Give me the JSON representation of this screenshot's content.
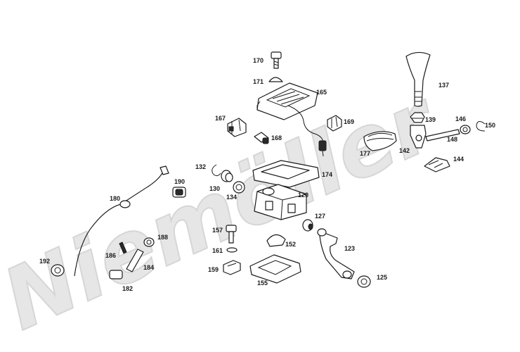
{
  "watermark": {
    "text": "Niemöller",
    "color": "#e4e4e4"
  },
  "labels": {
    "p170": "170",
    "p171": "171",
    "p165": "165",
    "p137": "137",
    "p167": "167",
    "p169": "169",
    "p168": "168",
    "p139": "139",
    "p146": "146",
    "p150": "150",
    "p148": "148",
    "p142": "142",
    "p177": "177",
    "p144": "144",
    "p132": "132",
    "p174": "174",
    "p130": "130",
    "p190": "190",
    "p134": "134",
    "p120": "120",
    "p180": "180",
    "p127": "127",
    "p157": "157",
    "p188": "188",
    "p152": "152",
    "p123": "123",
    "p186": "186",
    "p161": "161",
    "p192": "192",
    "p184": "184",
    "p159": "159",
    "p125": "125",
    "p182": "182",
    "p155": "155"
  }
}
